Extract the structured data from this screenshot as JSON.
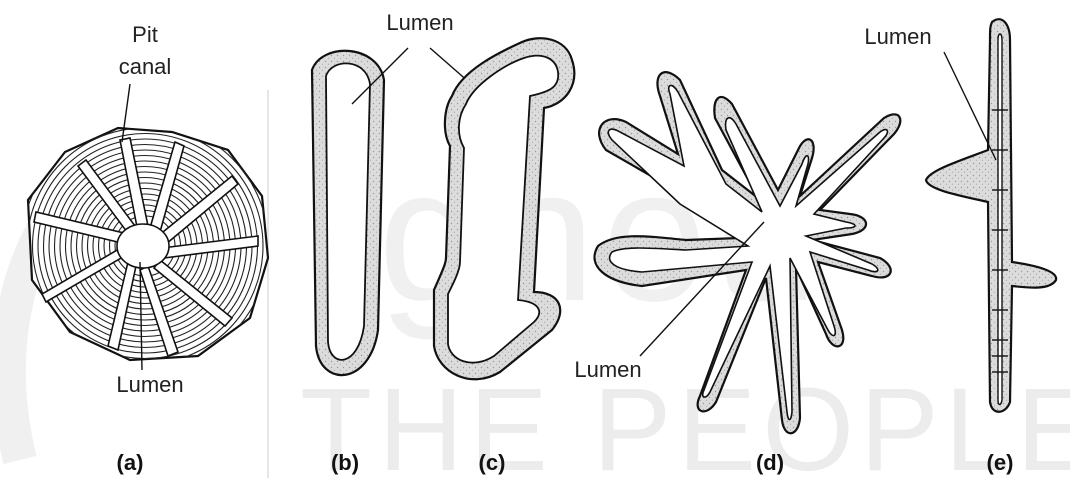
{
  "watermark": {
    "logo_text": "ignou",
    "tagline": "THE PEOPLE'S"
  },
  "figures": [
    {
      "id": "a",
      "caption": "(a)",
      "labels": [
        "Pit",
        "canal",
        "Lumen"
      ]
    },
    {
      "id": "b",
      "caption": "(b)",
      "labels": []
    },
    {
      "id": "c",
      "caption": "(c)",
      "labels": []
    },
    {
      "id": "d",
      "caption": "(d)",
      "labels": [
        "Lumen"
      ]
    },
    {
      "id": "e",
      "caption": "(e)",
      "labels": [
        "Lumen"
      ]
    }
  ],
  "shared_label": "Lumen",
  "colors": {
    "line": "#111111",
    "wall_fill": "#d9d9d9",
    "background": "#ffffff",
    "watermark": "#ececec"
  }
}
